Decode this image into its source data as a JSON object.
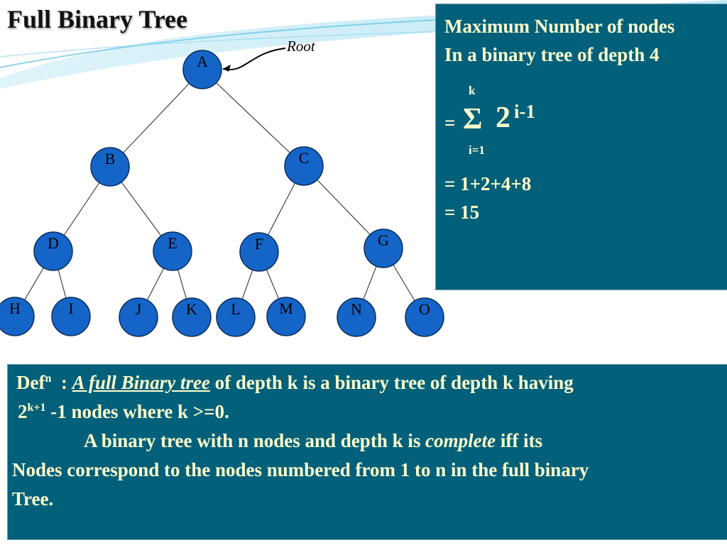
{
  "title": "Full Binary Tree",
  "colors": {
    "node_fill": "#1565c8",
    "box_fill": "#03607a",
    "box_text": "#ffffcc",
    "edge": "#222222"
  },
  "diagram": {
    "root_annotation": "Root",
    "nodes": [
      {
        "id": "A",
        "label": "A"
      },
      {
        "id": "B",
        "label": "B"
      },
      {
        "id": "C",
        "label": "C"
      },
      {
        "id": "D",
        "label": "D"
      },
      {
        "id": "E",
        "label": "E"
      },
      {
        "id": "F",
        "label": "F"
      },
      {
        "id": "G",
        "label": "G"
      },
      {
        "id": "H",
        "label": "H"
      },
      {
        "id": "I",
        "label": "I"
      },
      {
        "id": "J",
        "label": "J"
      },
      {
        "id": "K",
        "label": "K"
      },
      {
        "id": "L",
        "label": "L"
      },
      {
        "id": "M",
        "label": "M"
      },
      {
        "id": "N",
        "label": "N"
      },
      {
        "id": "O",
        "label": "O"
      }
    ],
    "edges": [
      [
        "A",
        "B"
      ],
      [
        "A",
        "C"
      ],
      [
        "B",
        "D"
      ],
      [
        "B",
        "E"
      ],
      [
        "C",
        "F"
      ],
      [
        "C",
        "G"
      ],
      [
        "D",
        "H"
      ],
      [
        "D",
        "I"
      ],
      [
        "E",
        "J"
      ],
      [
        "E",
        "K"
      ],
      [
        "F",
        "L"
      ],
      [
        "F",
        "M"
      ],
      [
        "G",
        "N"
      ],
      [
        "G",
        "O"
      ]
    ]
  },
  "sum_box": {
    "line1": "Maximum Number of nodes",
    "line2": "In a binary tree of depth 4",
    "upper_limit": "k",
    "equals": "=",
    "sigma": "Σ",
    "base": "2",
    "exponent": "i-1",
    "lower_limit": "i=1",
    "line4": "= 1+2+4+8",
    "line5": "= 15"
  },
  "def_box": {
    "def_word": "Def",
    "def_sup": "n",
    "colon": ":",
    "term": "A full Binary tree",
    "line1_rest": "of depth k is a binary tree of depth k having",
    "line2_base": "2",
    "line2_sup": "k+1",
    "line2_rest": "-1 nodes where k >=0.",
    "line3_a": "A binary tree with n nodes and depth k is",
    "line3_em": "complete",
    "line3_b": "iff its",
    "line4": "Nodes correspond to the nodes numbered from 1 to n in the full binary",
    "line5": "Tree."
  }
}
